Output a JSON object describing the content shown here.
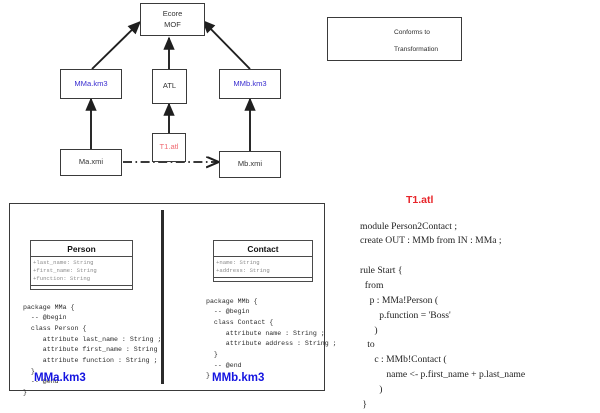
{
  "diagram": {
    "nodes": [
      {
        "id": "ecore",
        "label": "Ecore\nMOF",
        "line1": "Ecore",
        "line2": "MOF",
        "style": "plain"
      },
      {
        "id": "mma_km3",
        "label": "MMa.km3",
        "style": "blue"
      },
      {
        "id": "atl",
        "label": "ATL",
        "style": "plain"
      },
      {
        "id": "mmb_km3",
        "label": "MMb.km3",
        "style": "blue"
      },
      {
        "id": "ma_xmi",
        "label": "Ma.xmi",
        "style": "plain"
      },
      {
        "id": "t1_atl",
        "label": "T1.atl",
        "style": "red"
      },
      {
        "id": "mb_xmi",
        "label": "Mb.xmi",
        "style": "plain"
      }
    ]
  },
  "legend": {
    "items": [
      {
        "icon": "solid-arrow-icon",
        "label": "Conforms to"
      },
      {
        "icon": "dashdot-arrow-icon",
        "label": "Transformation"
      }
    ]
  },
  "metamodels": {
    "left": {
      "title": "MMa",
      "footer": "MMa.km3",
      "class": {
        "name": "Person",
        "attributes": [
          "+last_name: String",
          "+first_name: String",
          "+function: String"
        ]
      },
      "code": "package MMa {\n  -- @begin\n  class Person {\n     attribute last_name : String ;\n     attribute first_name : String ;\n     attribute function : String ;\n  }\n  -- @end\n}"
    },
    "right": {
      "title": "MMb",
      "footer": "MMb.km3",
      "class": {
        "name": "Contact",
        "attributes": [
          "+name: String",
          "+address: String"
        ]
      },
      "code": "package MMb {\n  -- @begin\n  class Contact {\n     attribute name : String ;\n     attribute address : String ;\n  }\n  -- @end\n}"
    }
  },
  "transformation": {
    "title": "T1.atl",
    "code": "module Person2Contact ;\ncreate OUT : MMb from IN : MMa ;\n\nrule Start {\n  from\n    p : MMa!Person (\n        p.function = 'Boss'\n      )\n   to\n      c : MMb!Contact (\n           name <- p.first_name + p.last_name\n        )\n }"
  },
  "colors": {
    "blue_label": "#3b2fd0",
    "blue_title": "#1414e0",
    "red_title": "#e8252a",
    "red_box_label": "#f06a72",
    "stroke": "#3a3a3a",
    "attr_gray": "#8d8d8d"
  }
}
